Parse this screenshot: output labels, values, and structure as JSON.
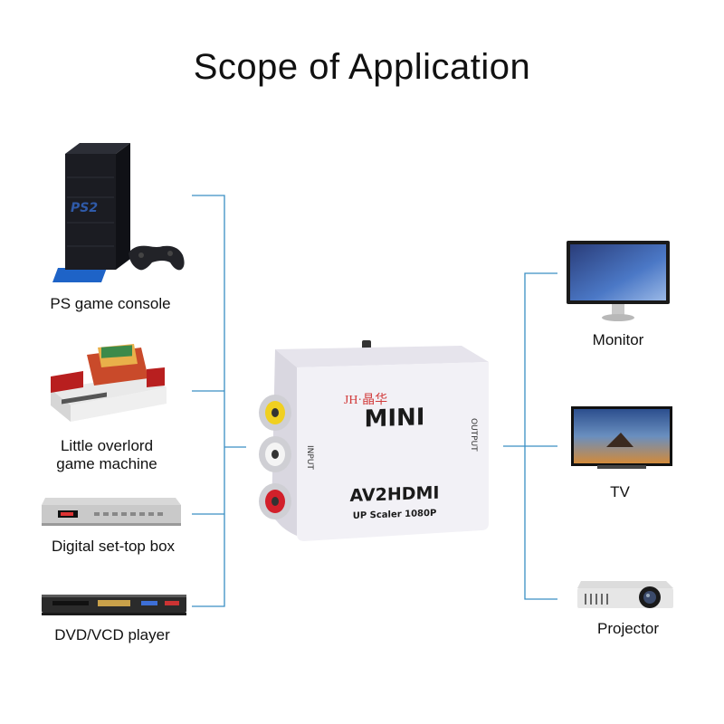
{
  "title": "Scope of Application",
  "inputs": [
    {
      "label": "PS game console",
      "icon": "ps-console-icon"
    },
    {
      "label": "Little overlord game machine",
      "line1": "Little overlord",
      "line2": "game machine",
      "icon": "retro-game-console-icon"
    },
    {
      "label": "Digital set-top box",
      "icon": "set-top-box-icon"
    },
    {
      "label": "DVD/VCD player",
      "icon": "dvd-player-icon"
    }
  ],
  "outputs": [
    {
      "label": "Monitor",
      "icon": "monitor-icon"
    },
    {
      "label": "TV",
      "icon": "tv-icon"
    },
    {
      "label": "Projector",
      "icon": "projector-icon"
    }
  ],
  "converter": {
    "brand": "JH·晶华",
    "model": "MINI",
    "name": "AV2HDMI",
    "subtitle": "UP Scaler 1080P",
    "input_label": "INPUT",
    "output_label": "OUTPUT"
  },
  "colors": {
    "connector_line": "#3a8fc4",
    "text": "#111111",
    "brand_red": "#d23c3c"
  }
}
